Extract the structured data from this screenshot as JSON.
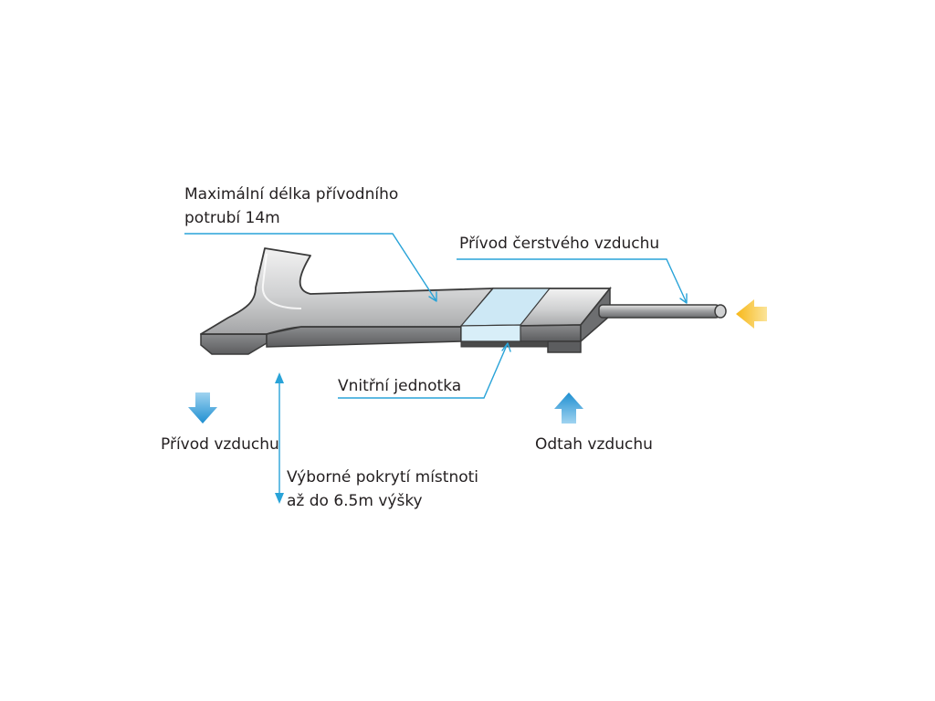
{
  "labels": {
    "max_length_line1": "Maximální délka přívodního",
    "max_length_line2": "potrubí 14m",
    "fresh_air": "Přívod čerstvého vzduchu",
    "indoor_unit": "Vnitřní jednotka",
    "air_supply": "Přívod vzduchu",
    "air_exhaust": "Odtah vzduchu",
    "coverage_line1": "Výborné pokrytí místnoti",
    "coverage_line2": "až do 6.5m výšky"
  },
  "colors": {
    "duct_light": "#d9dadb",
    "duct_dark": "#4a4a4a",
    "unit_panel": "#cde8f5",
    "leader": "#29a3d8",
    "arrow_blue": "#1f8fd1",
    "arrow_yellow": "#f7b718",
    "text": "#231f20"
  },
  "icons": {
    "supply_arrow": "arrow-down-icon",
    "exhaust_arrow": "arrow-up-icon",
    "fresh_air_arrow": "arrow-left-icon",
    "height_arrow": "double-arrow-vertical-icon"
  }
}
